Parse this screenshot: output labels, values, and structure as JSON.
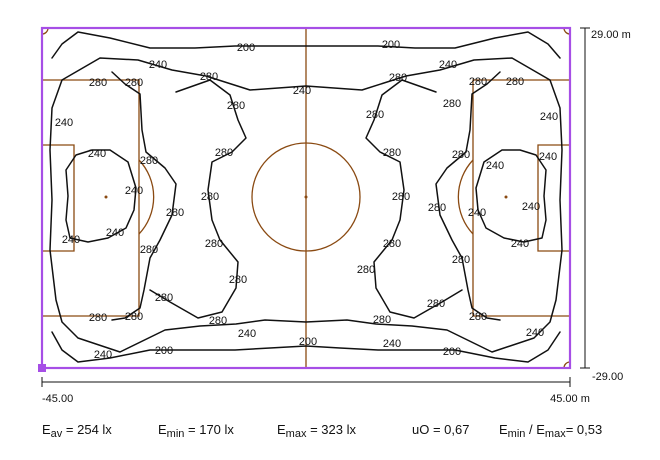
{
  "axes": {
    "y_top": "29.00 m",
    "y_bottom": "-29.00",
    "x_left": "-45.00",
    "x_right": "45.00 m"
  },
  "contour_labels": {
    "values": [
      "200",
      "240",
      "280"
    ]
  },
  "stats": {
    "eav": {
      "sym": "E",
      "sub": "av",
      "text": " = 254 lx"
    },
    "emin": {
      "sym": "E",
      "sub": "min",
      "text": " = 170 lx"
    },
    "emax": {
      "sym": "E",
      "sub": "max",
      "text": " = 323 lx"
    },
    "uo": {
      "text": "uO = 0,67"
    },
    "ratio": {
      "sym1": "E",
      "sub1": "min",
      "mid": " / E",
      "sub2": "max",
      "text": "= 0,53"
    }
  },
  "colors": {
    "boundary": "#a64ee6",
    "pitch_lines": "#8a4a12",
    "contours": "#111111"
  }
}
